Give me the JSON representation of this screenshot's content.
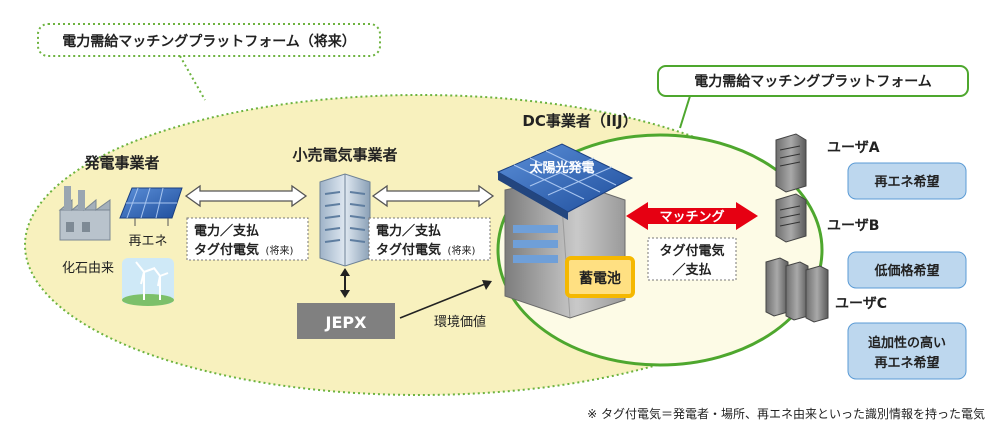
{
  "future_platform_label": "電力需給マッチングプラットフォーム（将来）",
  "platform_label": "電力需給マッチングプラットフォーム",
  "generator": {
    "title": "発電事業者",
    "renewable_label": "再エネ",
    "fossil_label": "化石由来"
  },
  "retailer": {
    "title": "小売電気事業者",
    "left_flow_line1": "電力／支払",
    "left_flow_line2": "タグ付電気",
    "left_flow_suffix": "(将来)",
    "right_flow_line1": "電力／支払",
    "right_flow_line2": "タグ付電気",
    "right_flow_suffix": "(将来)"
  },
  "jepx": {
    "label": "JEPX",
    "env_value_label": "環境価値"
  },
  "dc_operator": {
    "title": "DC事業者（IIJ）",
    "solar_label": "太陽光発電",
    "battery_label": "蓄電池",
    "matching_label": "マッチング",
    "tagged_flow_line1": "タグ付電気",
    "tagged_flow_line2": "／支払"
  },
  "users": [
    {
      "name": "ユーザA",
      "need_line1": "再エネ希望",
      "need_line2": ""
    },
    {
      "name": "ユーザB",
      "need_line1": "低価格希望",
      "need_line2": ""
    },
    {
      "name": "ユーザC",
      "need_line1": "追加性の高い",
      "need_line2": "再エネ希望"
    }
  ],
  "footnote": "※ タグ付電気＝発電者・場所、再エネ由来といった識別情報を持った電気",
  "colors": {
    "outer_ellipse_fill": "#f8f1be",
    "outer_border_dotted": "#6db33f",
    "inner_ellipse_fill": "#fdfbe6",
    "inner_border": "#4ea72e",
    "matching_red": "#e60012",
    "user_box_fill": "#bdd7ee",
    "user_box_stroke": "#5b9bd5",
    "jepx_fill": "#808080",
    "battery_fill": "#ffe082",
    "battery_stroke": "#f5b800"
  }
}
